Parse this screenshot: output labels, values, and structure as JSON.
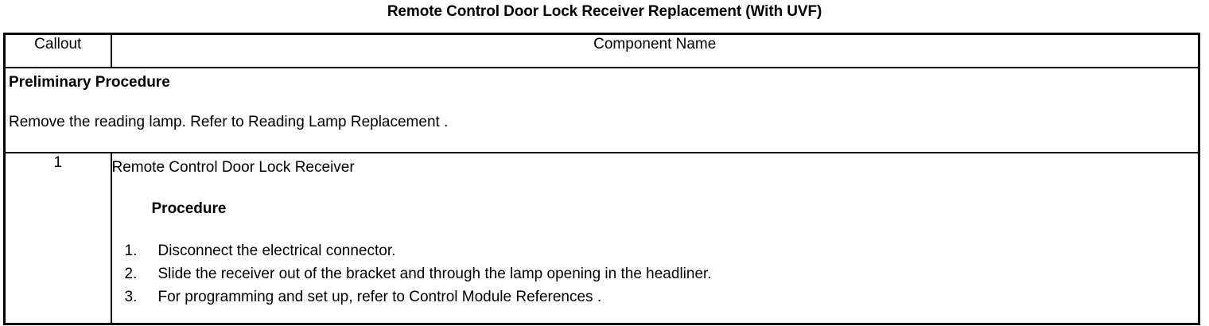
{
  "document": {
    "title": "Remote Control Door Lock Receiver Replacement (With UVF)"
  },
  "table": {
    "headers": {
      "callout": "Callout",
      "component_name": "Component Name"
    },
    "preliminary": {
      "heading": "Preliminary Procedure",
      "text": "Remove the reading lamp. Refer to Reading Lamp Replacement ."
    },
    "rows": [
      {
        "callout": "1",
        "component_title": "Remote Control Door Lock Receiver",
        "sub_heading": "Procedure",
        "steps": [
          {
            "number": "1.",
            "text": "Disconnect the electrical connector."
          },
          {
            "number": "2.",
            "text": "Slide the receiver out of the bracket and through the lamp opening in the headliner."
          },
          {
            "number": "3.",
            "text": "For programming and set up, refer to Control Module References ."
          }
        ]
      }
    ]
  },
  "colors": {
    "border": "#000000",
    "text": "#000000",
    "background": "#ffffff"
  }
}
